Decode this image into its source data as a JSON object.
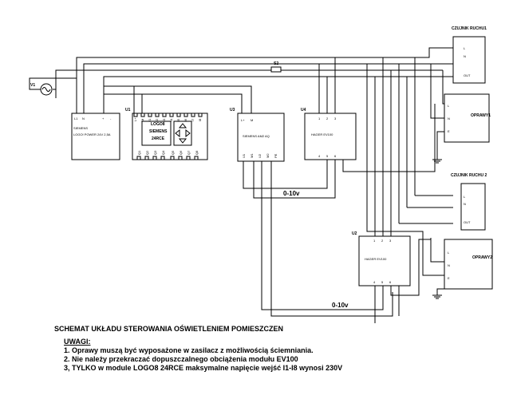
{
  "diagram": {
    "v1_label": "V1",
    "s2_label": "S2",
    "u1": {
      "ref": "U1",
      "name1": "SIEMENS",
      "name2": "LOGO! POWER 24V 2,5A",
      "in_pins": [
        "L1",
        "N"
      ],
      "out_pins": [
        "+",
        "-"
      ]
    },
    "u2": {
      "ref": "U2",
      "name": "HAGER EV100",
      "top_pins": [
        "1",
        "2",
        "3"
      ],
      "bottom_pins": [
        "4",
        "5",
        "6"
      ]
    },
    "u3": {
      "ref": "U3",
      "name": "SIEMENS AM2 AQ",
      "top_pins": [
        "L+",
        "M"
      ],
      "bottom_pins": [
        "U1",
        "M1",
        "U2",
        "M2",
        "PE"
      ]
    },
    "u4": {
      "ref": "U4",
      "name": "HAGER EV100",
      "top_pins": [
        "1",
        "2",
        "3"
      ],
      "bottom_pins": [
        "4",
        "5",
        "6"
      ]
    },
    "logo": {
      "name1": "LOGO8",
      "name2": "SIEMENS",
      "name3": "24RCE",
      "top_pins": [
        "L+",
        "M",
        "I1",
        "I2",
        "I3",
        "I4",
        "I5",
        "I6",
        "I7",
        "I8"
      ],
      "bottom_pins": [
        "Q1",
        "Q2",
        "Q3",
        "Q4",
        "Q5",
        "Q6",
        "Q7",
        "Q8"
      ]
    },
    "sensor1": {
      "title": "CZUJNIK RUCHU1",
      "pins": [
        "L",
        "N",
        "OUT"
      ]
    },
    "sensor2": {
      "title": "CZUJNIK RUCHU 2",
      "pins": [
        "L",
        "N",
        "OUT"
      ]
    },
    "lamp1": {
      "title": "OPRAWY1",
      "pins": [
        "L",
        "N",
        "E"
      ]
    },
    "lamp2": {
      "title": "OPRAWY2",
      "pins": [
        "L",
        "N",
        "E"
      ]
    },
    "signal_label_1": "0-10v",
    "signal_label_2": "0-10v"
  },
  "notes": {
    "title": "SCHEMAT UKŁADU STEROWANIA OŚWIETLENIEM POMIESZCZEN",
    "heading": "UWAGI:",
    "lines": [
      "1. Oprawy muszą być wyposażone w zasilacz z możliwością ściemniania.",
      "2. Nie należy przekraczać  dopuszczalnego obciążenia modułu EV100",
      "3, TYLKO w module LOGO8 24RCE maksymalne napięcie wejść I1-I8 wynosi 230V"
    ]
  }
}
